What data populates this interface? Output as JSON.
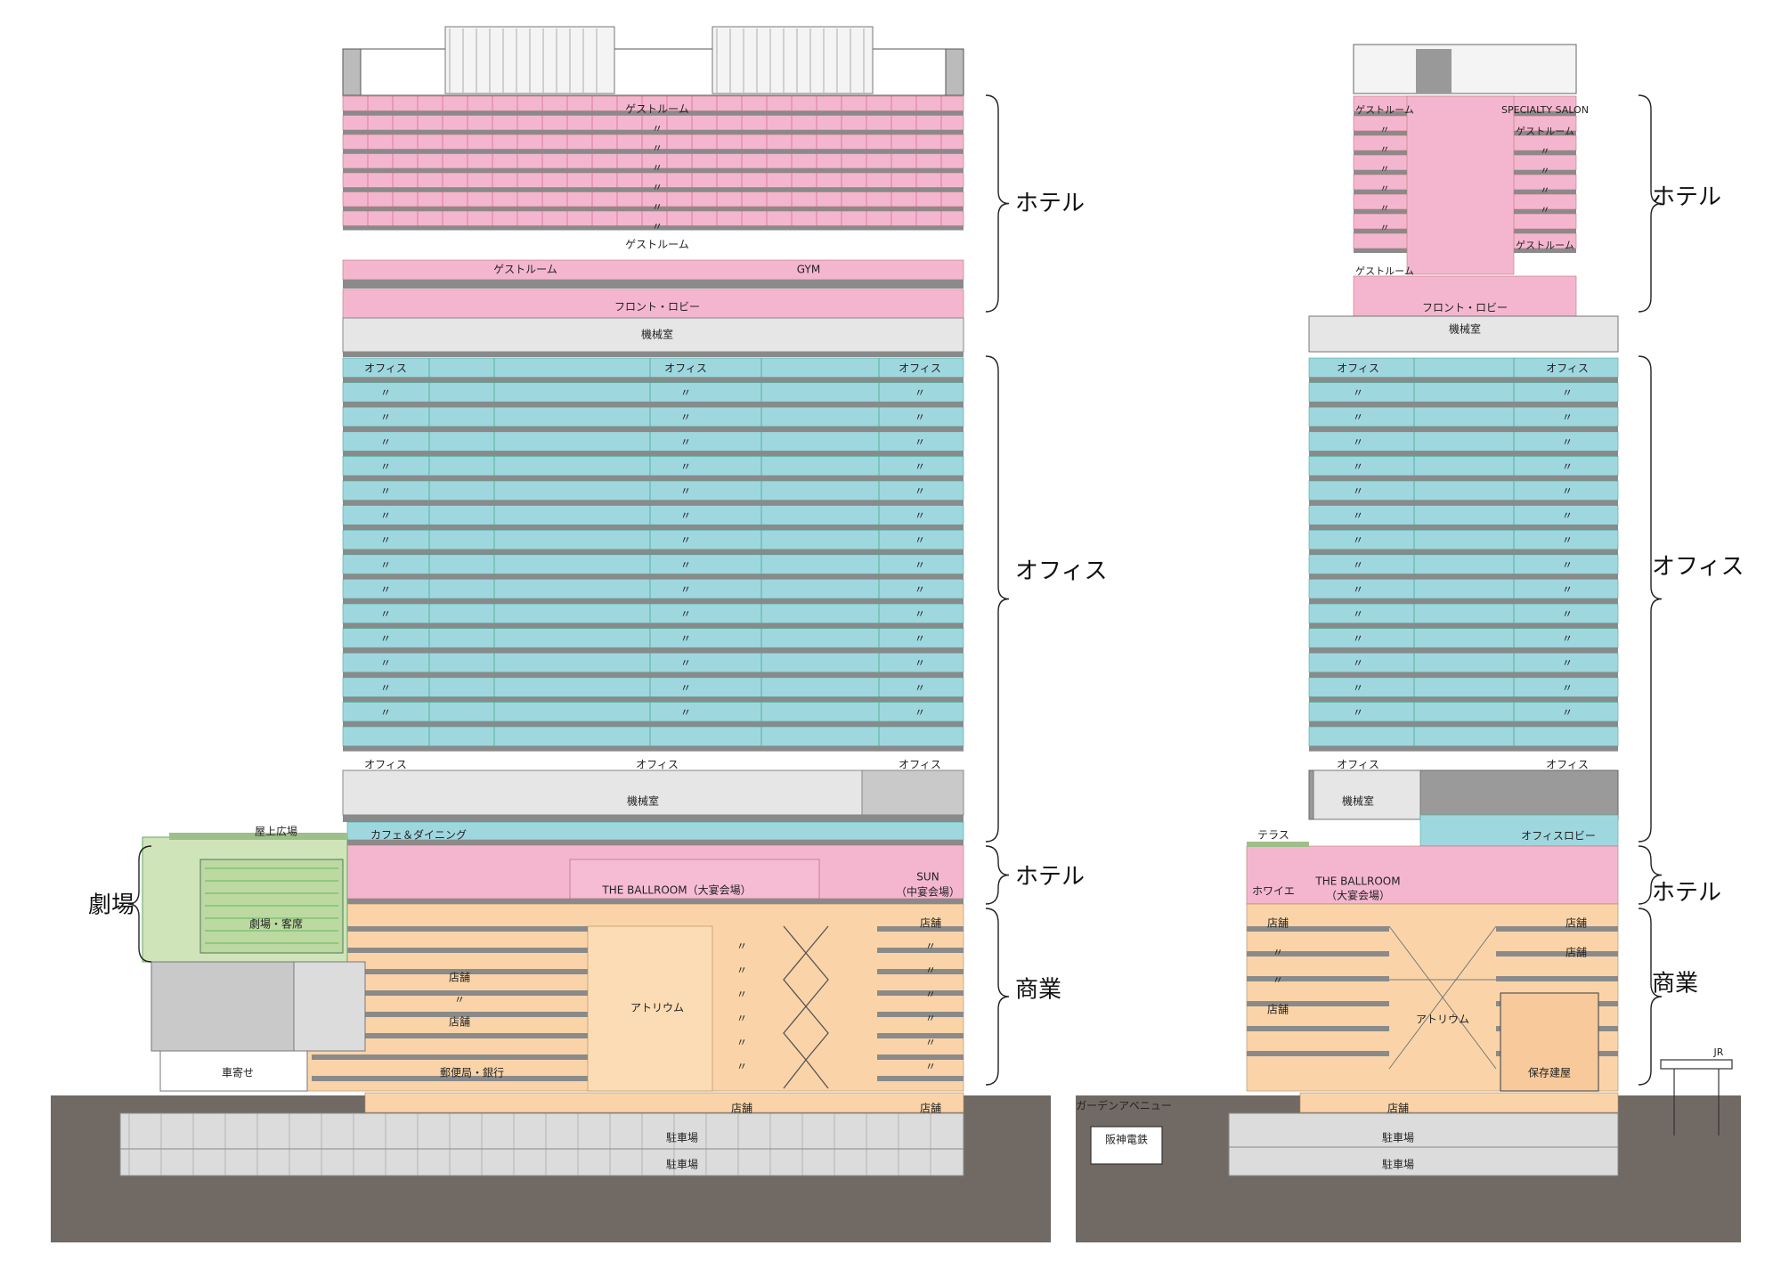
{
  "colors": {
    "hotel": "#f4b6cf",
    "office": "#9fd7df",
    "commercial": "#fad4a8",
    "theater": "#cfe4b9",
    "mechanical": "#e6e6e6",
    "structure": "#8a8a8a",
    "ground": "#716a64",
    "basement": "#dcdcdc"
  },
  "text": {
    "ditto": "〃",
    "guest_room": "ゲストルーム",
    "gym": "GYM",
    "front_lobby": "フロント・ロビー",
    "mechanical_room": "機械室",
    "office": "オフィス",
    "cafe_dining": "カフェ＆ダイニング",
    "ballroom": "THE BALLROOM（大宴会場）",
    "sun": "SUN",
    "sun_sub": "（中宴会場）",
    "store": "店舗",
    "atrium": "アトリウム",
    "post_bank": "郵便局・銀行",
    "parking": "駐車場",
    "car_approach": "車寄せ",
    "rooftop_plaza": "屋上広場",
    "theater_seats": "劇場・客席",
    "specialty_salon": "SPECIALTY SALON",
    "terrace": "テラス",
    "office_lobby": "オフィスロビー",
    "foyer": "ホワイエ",
    "ballroom_r1": "THE BALLROOM",
    "ballroom_r2": "（大宴会場）",
    "preserved": "保存建屋",
    "garden_avenue": "ガーデンアベニュー",
    "hanshin": "阪神電鉄",
    "jr": "JR"
  },
  "zones_left": {
    "hotel_top": "ホテル",
    "office": "オフィス",
    "hotel_mid": "ホテル",
    "commercial": "商業",
    "theater": "劇場"
  },
  "zones_right": {
    "hotel_top": "ホテル",
    "office": "オフィス",
    "hotel_mid": "ホテル",
    "commercial": "商業"
  }
}
